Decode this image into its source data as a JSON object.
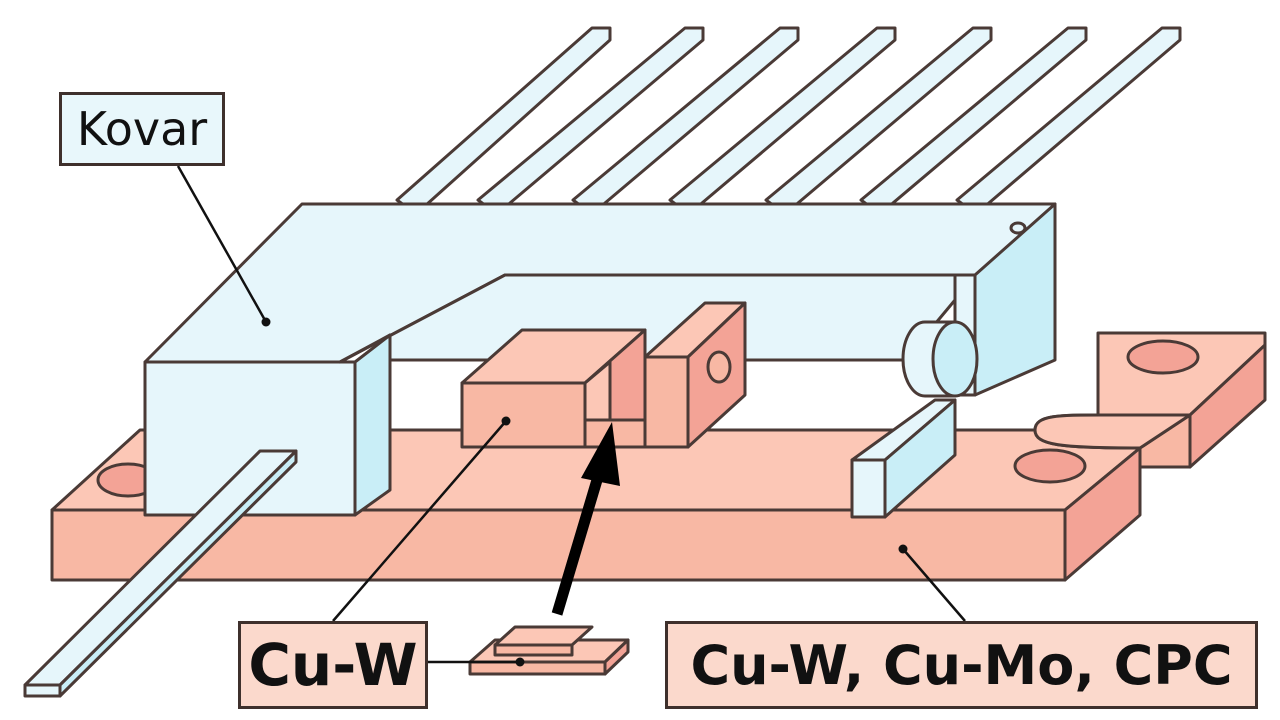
{
  "labels": {
    "kovar": "Kovar",
    "submount": "Cu-W",
    "base": "Cu-W, Cu-Mo, CPC"
  },
  "colors": {
    "kovar_fill": "#e6f6fb",
    "kovar_side": "#c9eef7",
    "copper_top": "#fcc7b6",
    "copper_front": "#f8b8a4",
    "copper_side": "#f3a396",
    "outline": "#4a3a36",
    "label_kovar_bg": "#e8f7fb",
    "label_copper_bg": "#fbd9cc"
  },
  "icons": {
    "assembly_arrow": "arrow-up-icon"
  }
}
